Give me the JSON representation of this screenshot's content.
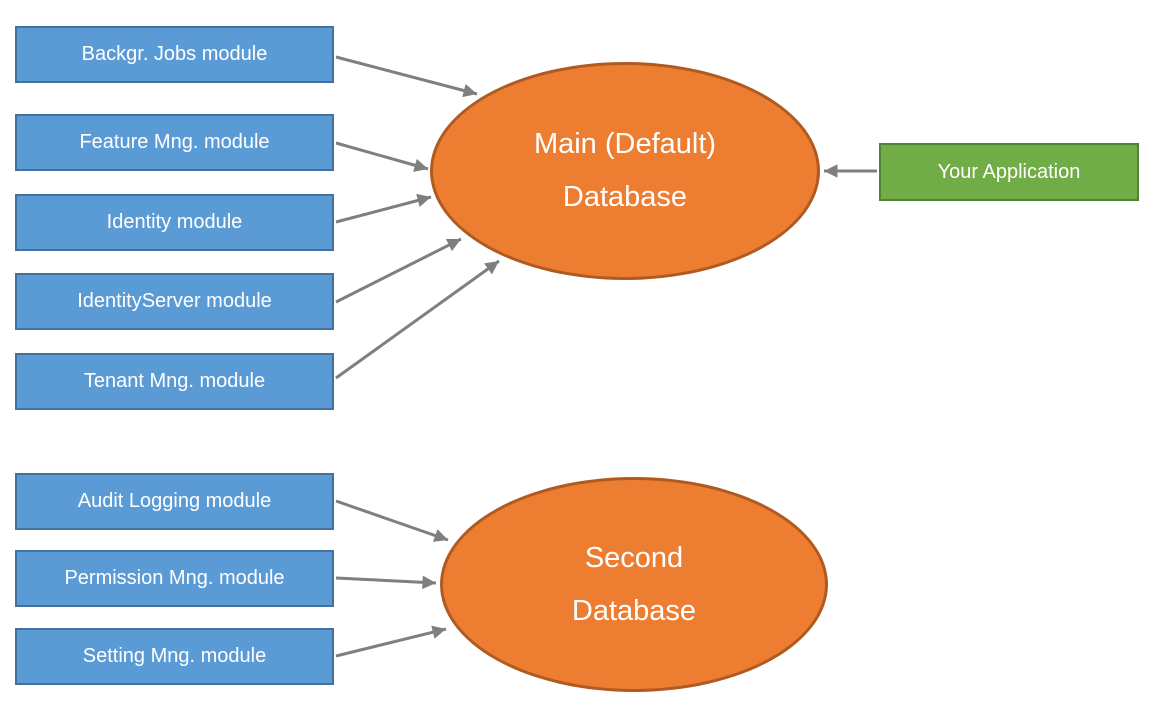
{
  "diagram": {
    "main_database": {
      "line1": "Main (Default)",
      "line2": "Database"
    },
    "second_database": {
      "line1": "Second",
      "line2": "Database"
    },
    "application": {
      "label": "Your Application"
    },
    "main_modules": [
      {
        "label": "Backgr. Jobs module"
      },
      {
        "label": "Feature Mng. module"
      },
      {
        "label": "Identity module"
      },
      {
        "label": "IdentityServer module"
      },
      {
        "label": "Tenant Mng. module"
      }
    ],
    "second_modules": [
      {
        "label": "Audit Logging module"
      },
      {
        "label": "Permission Mng. module"
      },
      {
        "label": "Setting Mng. module"
      }
    ],
    "colors": {
      "module_fill": "#5B9BD5",
      "module_border": "#41719C",
      "database_fill": "#ED7D31",
      "database_border": "#AE5A21",
      "application_fill": "#70AD47",
      "application_border": "#548235",
      "arrow": "#7F7F7F",
      "text": "#FFFFFF",
      "background": "#FFFFFF"
    }
  }
}
